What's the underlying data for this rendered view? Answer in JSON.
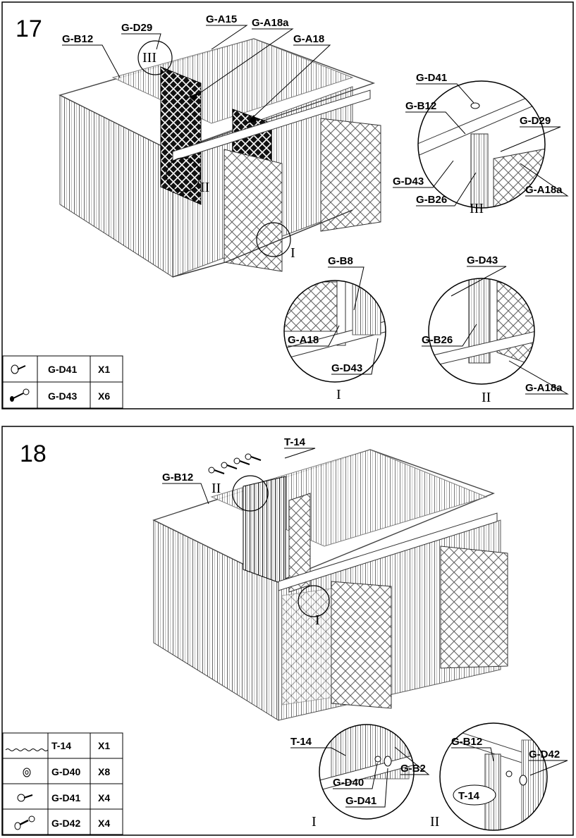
{
  "panels": [
    {
      "step": "17",
      "callouts": [
        "G-B12",
        "G-D29",
        "G-A15",
        "G-A18a",
        "G-A18"
      ],
      "detail_III": {
        "roman": "III",
        "labels": [
          "G-D41",
          "G-B12",
          "G-D29",
          "G-D43",
          "G-B26",
          "G-A18a"
        ]
      },
      "detail_I": {
        "roman": "I",
        "labels": [
          "G-B8",
          "G-A18",
          "G-D43"
        ]
      },
      "detail_II": {
        "roman": "II",
        "labels": [
          "G-D43",
          "G-B26",
          "G-A18a"
        ]
      },
      "main_markers": [
        "III",
        "II",
        "I"
      ],
      "parts": [
        {
          "part": "G-D41",
          "qty": "X1",
          "icon": "screw-icon"
        },
        {
          "part": "G-D43",
          "qty": "X6",
          "icon": "bolt-nut-icon"
        }
      ]
    },
    {
      "step": "18",
      "callouts": [
        "T-14",
        "G-B12"
      ],
      "detail_I": {
        "roman": "I",
        "labels": [
          "T-14",
          "G-D40",
          "G-D41",
          "G-B2"
        ]
      },
      "detail_II": {
        "roman": "II",
        "labels": [
          "G-B12",
          "G-D42",
          "T-14"
        ]
      },
      "main_markers": [
        "II",
        "I"
      ],
      "parts": [
        {
          "part": "T-14",
          "qty": "X1",
          "icon": "tape-icon"
        },
        {
          "part": "G-D40",
          "qty": "X8",
          "icon": "washer-icon"
        },
        {
          "part": "G-D41",
          "qty": "X4",
          "icon": "screw-icon"
        },
        {
          "part": "G-D42",
          "qty": "X4",
          "icon": "bolt-washer-icon"
        }
      ]
    }
  ]
}
